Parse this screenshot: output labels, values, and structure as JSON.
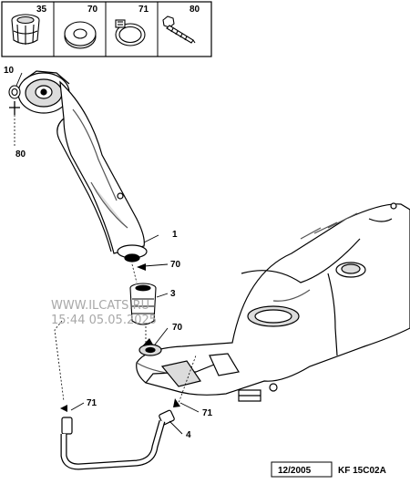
{
  "parts_panel": {
    "items": [
      {
        "number": "35",
        "icon": "filler-cap-ring-icon"
      },
      {
        "number": "70",
        "icon": "seal-washer-icon"
      },
      {
        "number": "71",
        "icon": "hose-clamp-icon"
      },
      {
        "number": "80",
        "icon": "screw-icon"
      }
    ]
  },
  "callouts": {
    "c10": "10",
    "c80": "80",
    "c1": "1",
    "c70a": "70",
    "c3": "3",
    "c70b": "70",
    "c71a": "71",
    "c71b": "71",
    "c4": "4"
  },
  "watermark": {
    "site": "WWW.ILCATS.RU",
    "stamp": "15:44 05.05.2025"
  },
  "footer": {
    "date": "12/2005",
    "code": "KF 15C02A"
  },
  "colors": {
    "line": "#000000",
    "fill": "#ffffff",
    "shade": "#dcdcdc",
    "watermark": "#a8a8a8"
  }
}
